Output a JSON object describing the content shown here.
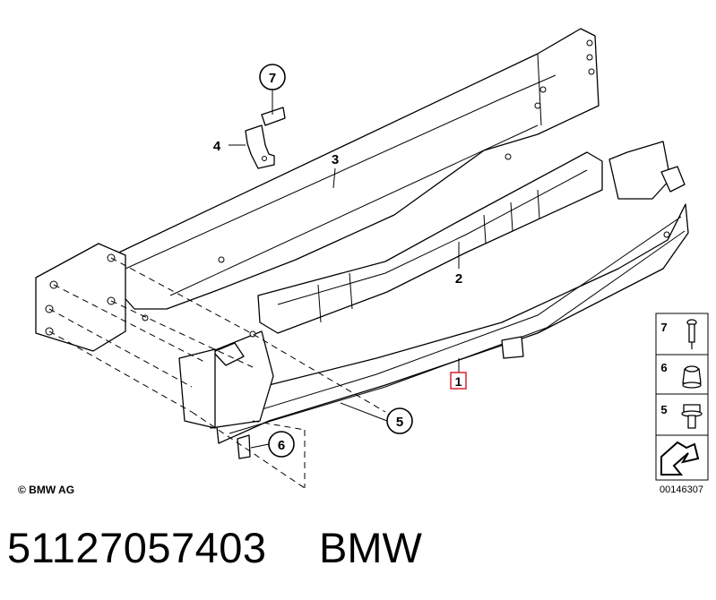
{
  "callouts": {
    "c1": "1",
    "c2": "2",
    "c3": "3",
    "c4": "4",
    "c5": "5",
    "c6": "6",
    "c7": "7"
  },
  "legend": {
    "k7": "7",
    "k6": "6",
    "k5": "5"
  },
  "footer": {
    "copyright": "© BMW AG",
    "doc_ref": "00146307",
    "part_number": "51127057403",
    "brand": "BMW"
  },
  "colors": {
    "highlight": "#d9232e",
    "line": "#000000"
  },
  "icons": [
    "rivet-icon",
    "nut-icon",
    "bolt-icon",
    "arrow-icon"
  ]
}
